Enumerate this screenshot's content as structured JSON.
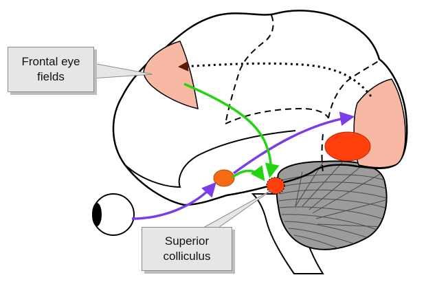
{
  "labels": {
    "frontal_eye_fields": {
      "line1": "Frontal eye",
      "line2": "fields"
    },
    "superior_colliculus": {
      "line1": "Superior",
      "line2": "colliculus"
    }
  },
  "colors": {
    "frontal_eye_fields_fill": "#f7b9a3",
    "visual_cortex_fill": "#f7b9a3",
    "nucleus_fill": "#ff3f0c",
    "lgn_fill": "#f96a14",
    "superior_colliculus_fill": "#ff3f0c",
    "visual_pathway_arrow": "#7a3de8",
    "fef_pathway_arrow": "#22d411",
    "cortical_feedback_arrow": "#000000",
    "cerebellum_fill": "#9c9c9c",
    "brainstem_fill": "#ffffff",
    "callout_fill": "#e6e6e6"
  }
}
